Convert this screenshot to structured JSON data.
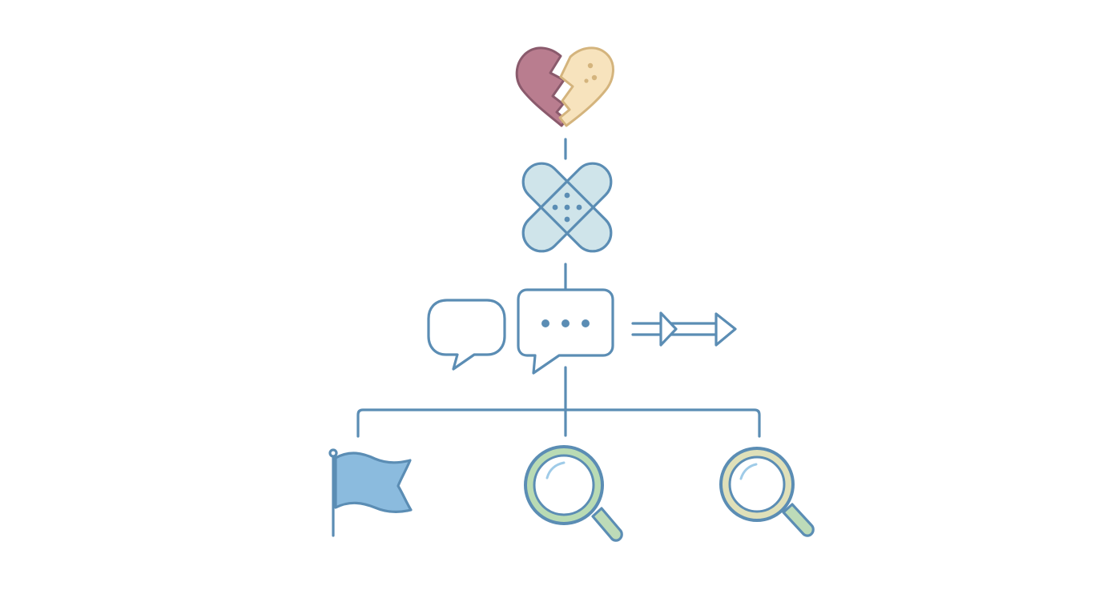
{
  "diagram": {
    "nodes": [
      {
        "id": "broken-heart",
        "icon": "broken-heart-icon"
      },
      {
        "id": "bandage",
        "icon": "bandage-icon"
      },
      {
        "id": "speech-bubble",
        "icon": "speech-bubble-icon"
      },
      {
        "id": "chat-typing",
        "icon": "chat-typing-icon"
      },
      {
        "id": "arrow",
        "icon": "double-arrow-right-icon"
      },
      {
        "id": "flag",
        "icon": "flag-icon"
      },
      {
        "id": "magnifier-center",
        "icon": "magnifying-glass-icon"
      },
      {
        "id": "magnifier-right",
        "icon": "magnifying-glass-icon"
      }
    ],
    "connections": [
      {
        "from": "broken-heart",
        "to": "bandage",
        "style": "dashed"
      },
      {
        "from": "bandage",
        "to": "chat-typing",
        "style": "solid"
      },
      {
        "from": "chat-typing",
        "to": "flag",
        "style": "solid"
      },
      {
        "from": "chat-typing",
        "to": "magnifier-center",
        "style": "solid"
      },
      {
        "from": "chat-typing",
        "to": "magnifier-right",
        "style": "solid"
      }
    ]
  },
  "colors": {
    "stroke": "#5b8db4",
    "heart_left_fill": "#b97d8f",
    "heart_left_stroke": "#8a5a6c",
    "heart_right_fill": "#f7e3bd",
    "heart_right_stroke": "#d4b47d",
    "bandage_fill": "#cfe4ea",
    "flag_fill": "#8bbbde",
    "lens_ring_green": "#b9dbb4",
    "lens_ring_tan": "#dfe0b9",
    "handle_fill": "#bddbb8",
    "glass_shine": "#9fcbe8"
  }
}
